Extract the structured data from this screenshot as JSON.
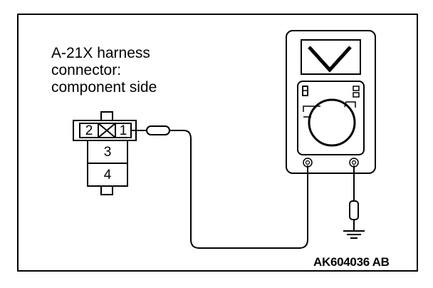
{
  "connector": {
    "label_lines": [
      "A-21X harness",
      "connector:",
      "component side"
    ],
    "pins": {
      "p1": "1",
      "p2": "2",
      "p3": "3",
      "p4": "4"
    }
  },
  "figure_id": "AK604036 AB"
}
